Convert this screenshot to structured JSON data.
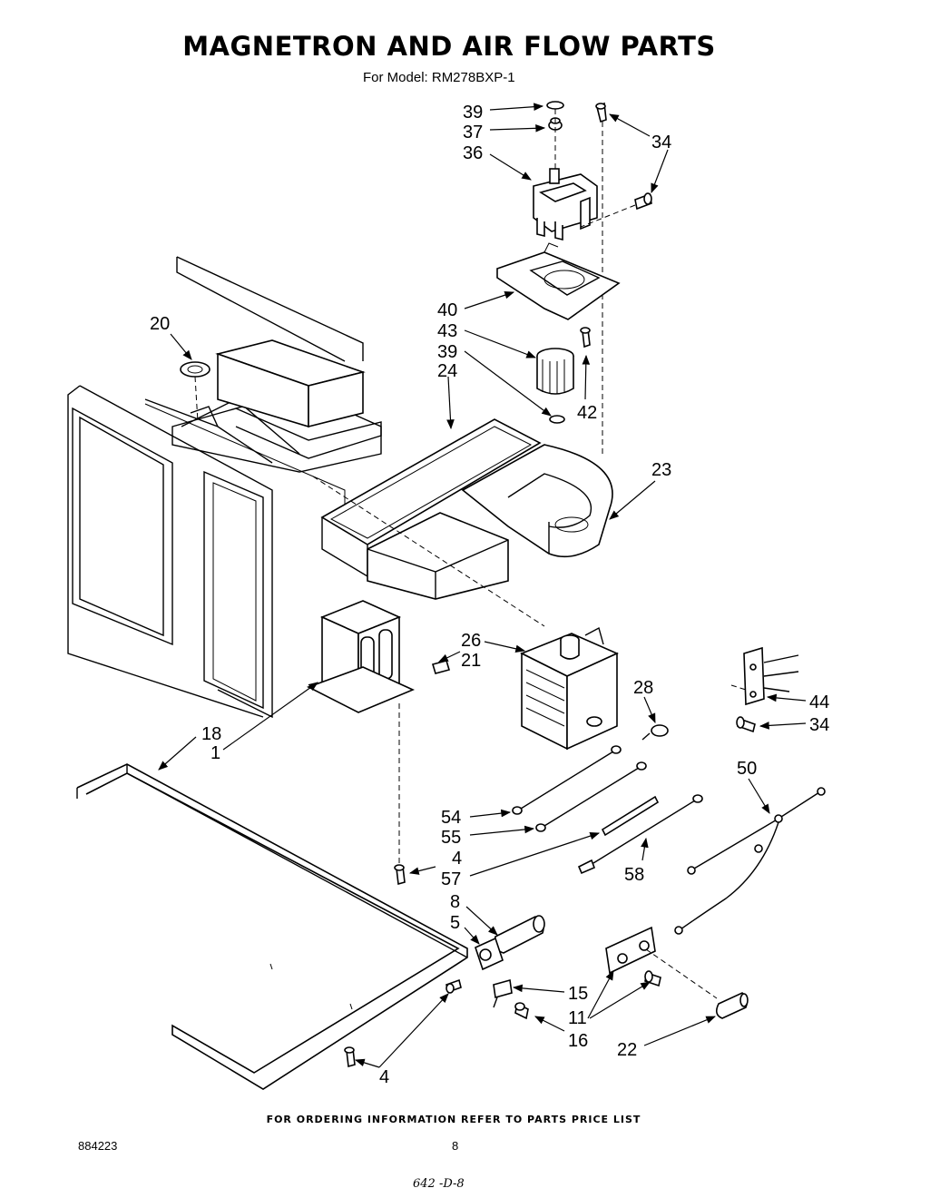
{
  "header": {
    "title": "MAGNETRON AND AIR FLOW PARTS",
    "subtitle": "For Model: RM278BXP-1"
  },
  "callouts": {
    "c39a": "39",
    "c37": "37",
    "c36": "36",
    "c34a": "34",
    "c40": "40",
    "c43": "43",
    "c39b": "39",
    "c24": "24",
    "c42": "42",
    "c20": "20",
    "c23": "23",
    "c26": "26",
    "c21": "21",
    "c28": "28",
    "c44": "44",
    "c34b": "34",
    "c18": "18",
    "c1": "1",
    "c50": "50",
    "c54": "54",
    "c55": "55",
    "c4a": "4",
    "c57": "57",
    "c58": "58",
    "c8": "8",
    "c5": "5",
    "c15": "15",
    "c11": "11",
    "c16": "16",
    "c22": "22",
    "c4b": "4"
  },
  "footer": {
    "note": "FOR ORDERING INFORMATION REFER TO PARTS PRICE LIST",
    "doc_number": "884223",
    "page_number": "8",
    "handwritten": "642 -D-8"
  }
}
